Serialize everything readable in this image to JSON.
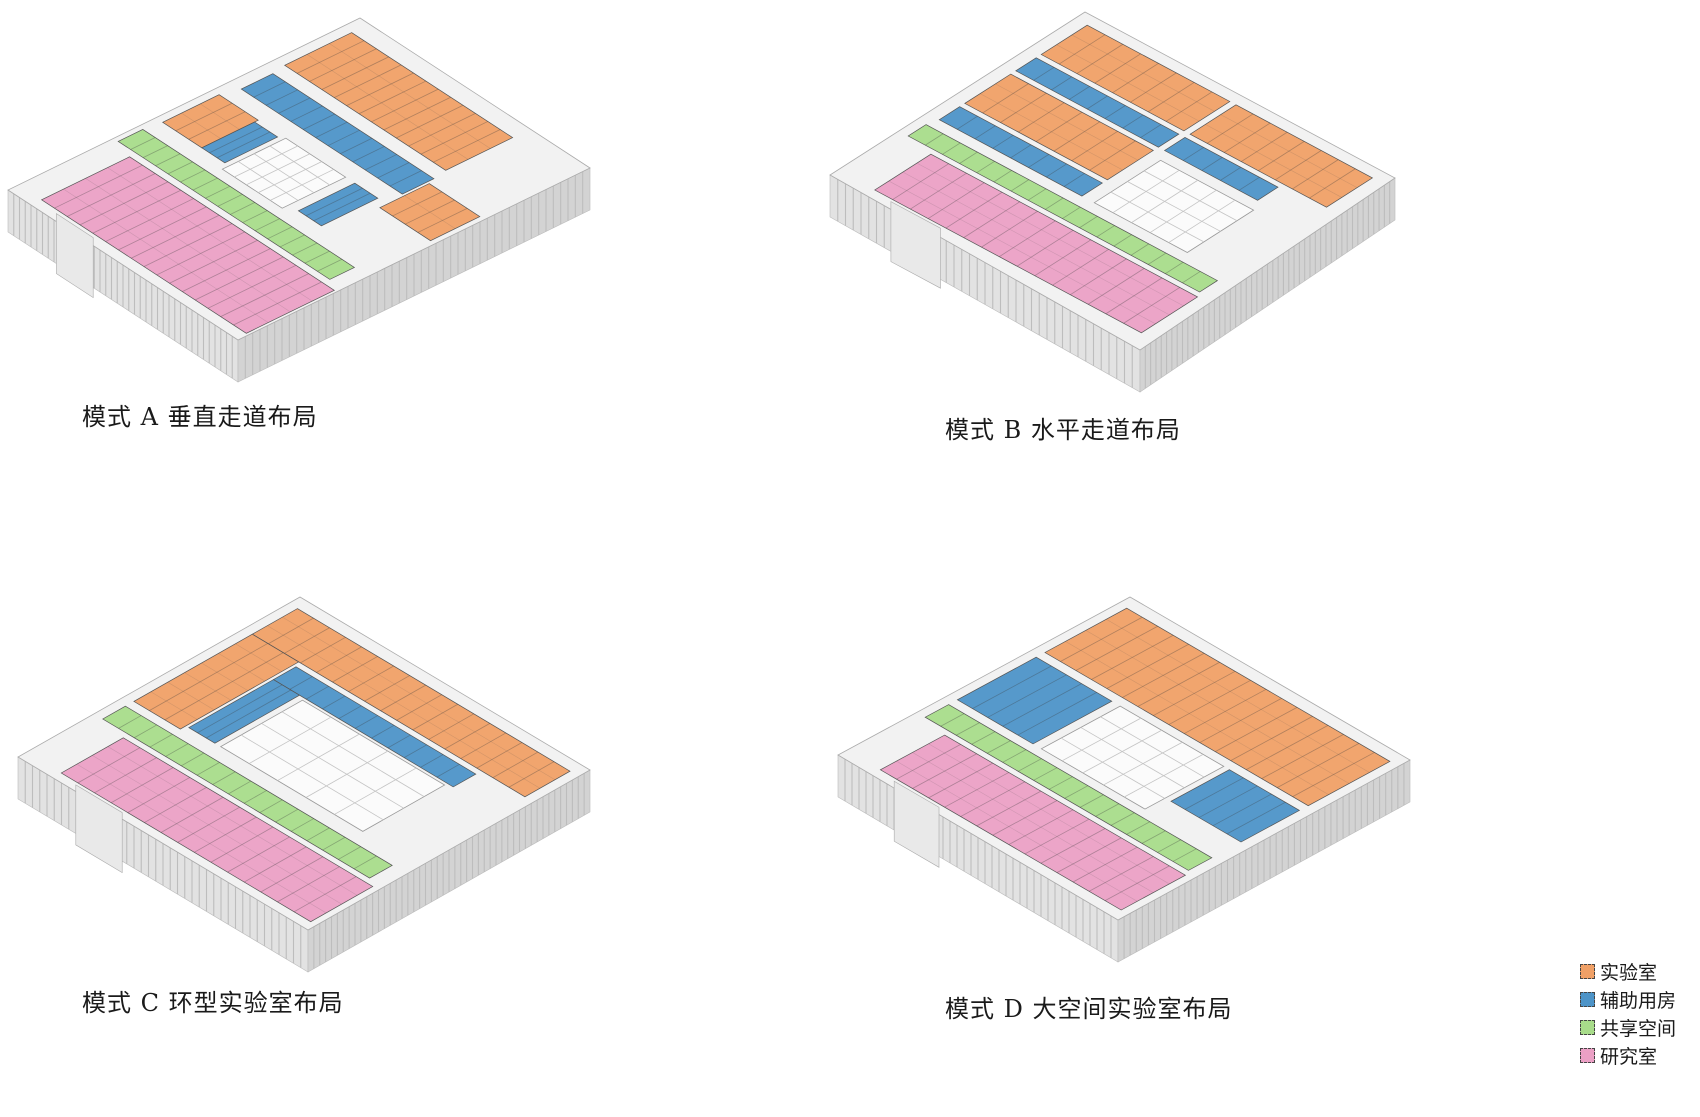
{
  "colors": {
    "lab": "#F0A066",
    "aux": "#4D94C8",
    "shared": "#A8DC8A",
    "research": "#EBA0C5",
    "base": "#F2F2F2",
    "base_side": "#E2E2E2",
    "base_front": "#D3D3D3",
    "core": "#FBFBFB"
  },
  "panels": [
    {
      "id": "a",
      "caption": "模式 A  垂直走道布局",
      "zones": [
        {
          "type": "lab",
          "u0": 0.04,
          "u1": 0.74,
          "v0": 0.05,
          "v1": 0.24
        },
        {
          "type": "aux",
          "u0": 0.05,
          "u1": 0.75,
          "v0": 0.28,
          "v1": 0.37
        },
        {
          "type": "lab",
          "u0": 0.76,
          "u1": 0.98,
          "v0": 0.3,
          "v1": 0.44
        },
        {
          "type": "aux",
          "u0": 0.62,
          "u1": 0.72,
          "v0": 0.42,
          "v1": 0.58
        },
        {
          "type": "lab",
          "u0": 0.03,
          "u1": 0.2,
          "v0": 0.42,
          "v1": 0.58
        },
        {
          "type": "aux",
          "u0": 0.2,
          "u1": 0.3,
          "v0": 0.43,
          "v1": 0.58
        },
        {
          "type": "shared",
          "u0": 0.02,
          "u1": 0.94,
          "v0": 0.63,
          "v1": 0.7
        },
        {
          "type": "research",
          "u0": 0.1,
          "u1": 0.99,
          "v0": 0.72,
          "v1": 0.97
        }
      ],
      "core": {
        "u0": 0.32,
        "u1": 0.58,
        "v0": 0.42,
        "v1": 0.6
      }
    },
    {
      "id": "b",
      "caption": "模式 B  水平走道布局",
      "zones": [
        {
          "type": "lab",
          "u0": 0.04,
          "u1": 0.5,
          "v0": 0.04,
          "v1": 0.22
        },
        {
          "type": "aux",
          "u0": 0.04,
          "u1": 0.5,
          "v0": 0.24,
          "v1": 0.32
        },
        {
          "type": "lab",
          "u0": 0.04,
          "u1": 0.5,
          "v0": 0.34,
          "v1": 0.52
        },
        {
          "type": "aux",
          "u0": 0.04,
          "u1": 0.5,
          "v0": 0.54,
          "v1": 0.62
        },
        {
          "type": "lab",
          "u0": 0.52,
          "u1": 0.96,
          "v0": 0.04,
          "v1": 0.22
        },
        {
          "type": "aux",
          "u0": 0.52,
          "u1": 0.82,
          "v0": 0.24,
          "v1": 0.32
        },
        {
          "type": "shared",
          "u0": 0.03,
          "u1": 0.97,
          "v0": 0.66,
          "v1": 0.73
        },
        {
          "type": "research",
          "u0": 0.12,
          "u1": 0.98,
          "v0": 0.75,
          "v1": 0.97
        }
      ],
      "core": {
        "u0": 0.54,
        "u1": 0.84,
        "v0": 0.36,
        "v1": 0.62
      }
    },
    {
      "id": "c",
      "caption": "模式 C  环型实验室布局",
      "zones": [
        {
          "type": "lab",
          "u0": 0.03,
          "u1": 0.97,
          "v0": 0.04,
          "v1": 0.2
        },
        {
          "type": "lab",
          "u0": 0.03,
          "u1": 0.19,
          "v0": 0.2,
          "v1": 0.62
        },
        {
          "type": "aux",
          "u0": 0.2,
          "u1": 0.82,
          "v0": 0.22,
          "v1": 0.3
        },
        {
          "type": "aux",
          "u0": 0.2,
          "u1": 0.29,
          "v0": 0.3,
          "v1": 0.6
        },
        {
          "type": "shared",
          "u0": 0.03,
          "u1": 0.95,
          "v0": 0.65,
          "v1": 0.73
        },
        {
          "type": "research",
          "u0": 0.12,
          "u1": 0.98,
          "v0": 0.75,
          "v1": 0.97
        }
      ],
      "core": {
        "u0": 0.31,
        "u1": 0.8,
        "v0": 0.31,
        "v1": 0.6
      }
    },
    {
      "id": "d",
      "caption": "模式 D  大空间实验室布局",
      "zones": [
        {
          "type": "lab",
          "u0": 0.03,
          "u1": 0.97,
          "v0": 0.04,
          "v1": 0.32
        },
        {
          "type": "aux",
          "u0": 0.03,
          "u1": 0.3,
          "v0": 0.35,
          "v1": 0.62
        },
        {
          "type": "aux",
          "u0": 0.72,
          "u1": 0.97,
          "v0": 0.35,
          "v1": 0.55
        },
        {
          "type": "shared",
          "u0": 0.03,
          "u1": 0.97,
          "v0": 0.65,
          "v1": 0.73
        },
        {
          "type": "research",
          "u0": 0.12,
          "u1": 0.98,
          "v0": 0.75,
          "v1": 0.97
        }
      ],
      "core": {
        "u0": 0.33,
        "u1": 0.7,
        "v0": 0.35,
        "v1": 0.62
      }
    }
  ],
  "legend": [
    {
      "label": "实验室",
      "color_key": "lab"
    },
    {
      "label": "辅助用房",
      "color_key": "aux"
    },
    {
      "label": "共享空间",
      "color_key": "shared"
    },
    {
      "label": "研究室",
      "color_key": "research"
    }
  ]
}
